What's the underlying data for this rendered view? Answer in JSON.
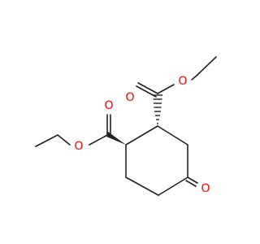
{
  "molecule": {
    "atoms": {
      "o_ketone": "O",
      "o_ester1_carbonyl": "O",
      "o_ester1_ether": "O",
      "o_ester2_carbonyl": "O",
      "o_ester2_ether": "O"
    },
    "colors": {
      "bond": "#222222",
      "oxygen": "#ff0000",
      "background": "#ffffff"
    }
  }
}
